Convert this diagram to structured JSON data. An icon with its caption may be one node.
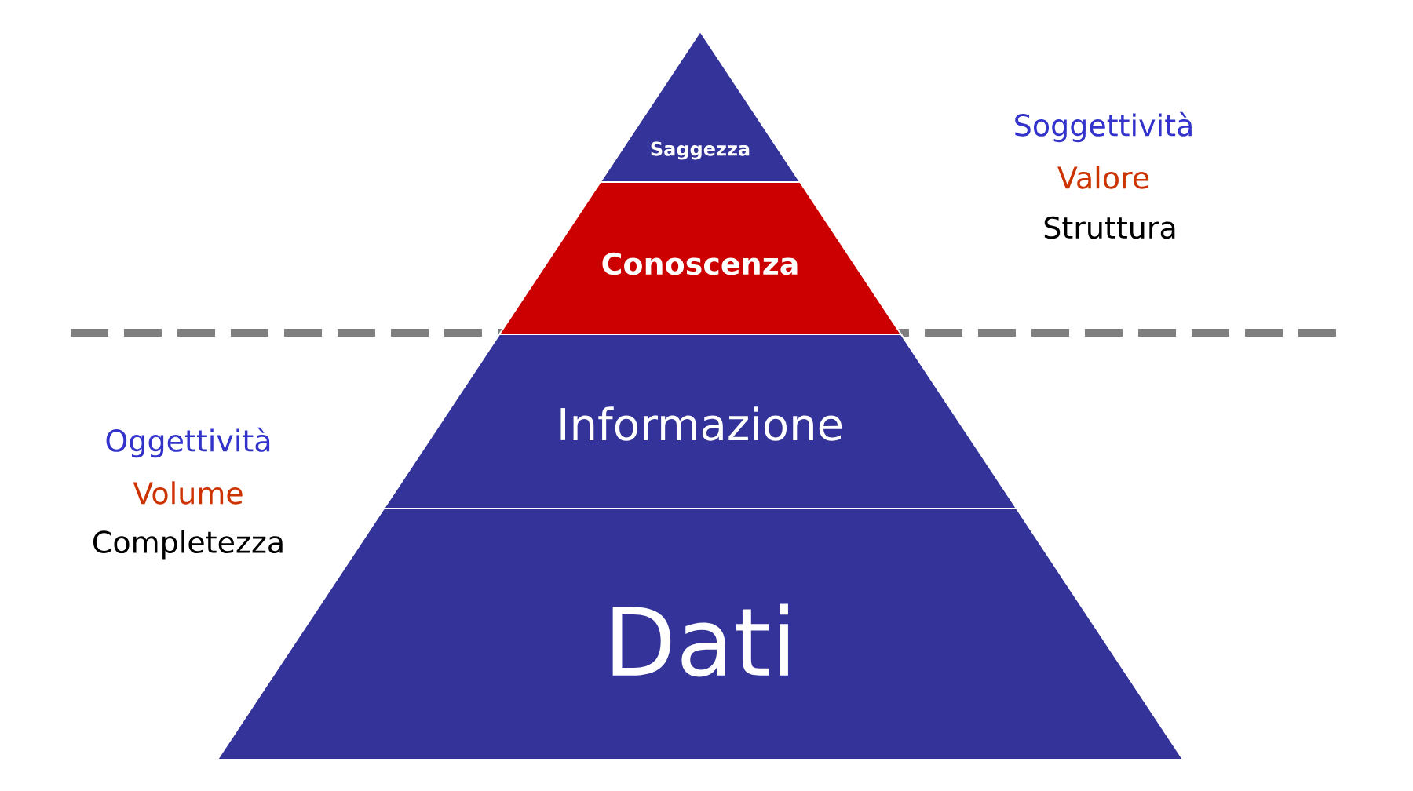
{
  "diagram": {
    "nodes": [
      {
        "text": [
          "Saggezza"
        ]
      },
      {
        "text": [
          "Conoscenza"
        ]
      },
      {
        "text": [
          "Informazione"
        ]
      },
      {
        "text": [
          "Dati"
        ]
      }
    ],
    "labels": [
      "Soggettività",
      "Valore",
      "Struttura",
      "Oggettività",
      "Volume",
      "Completezza"
    ]
  }
}
